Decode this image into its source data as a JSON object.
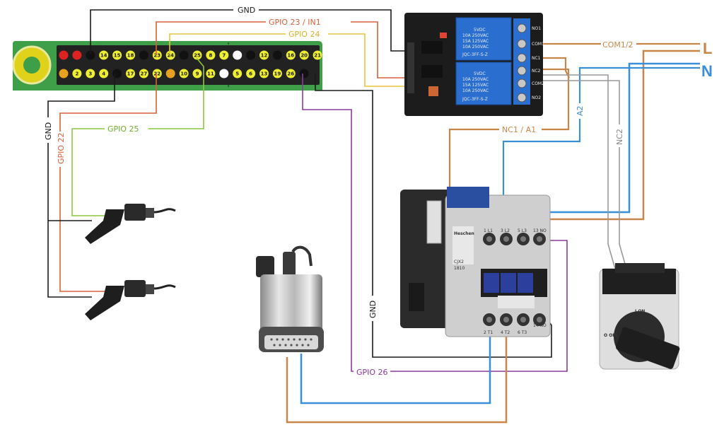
{
  "labels": {
    "gnd_top": "GND",
    "gpio23_in1": "GPIO 23 / IN1",
    "gpio24": "GPIO 24",
    "gpio25": "GPIO 25",
    "gnd_left": "GND",
    "gpio22": "GPIO 22",
    "gnd_bottom": "GND",
    "gpio26": "GPIO 26",
    "com12": "COM1/2",
    "nc1_a1": "NC1 / A1",
    "a2": "A2",
    "nc2": "NC2",
    "L": "L",
    "N": "N"
  },
  "header_pins": {
    "top_row": [
      "",
      "",
      "",
      "14",
      "15",
      "18",
      "",
      "23",
      "24",
      "",
      "25",
      "8",
      "7",
      "",
      "",
      "12",
      "",
      "16",
      "20",
      "21"
    ],
    "bottom_row": [
      "",
      "2",
      "3",
      "4",
      "",
      "17",
      "27",
      "22",
      "",
      "10",
      "9",
      "11",
      "",
      "5",
      "6",
      "13",
      "19",
      "26",
      ""
    ]
  },
  "relay": {
    "model_1": "JQC-3FF-S-Z",
    "model_2": "JQC-3FF-S-Z",
    "specs": [
      "5VDC",
      "10A 250VAC",
      "15A 125VAC",
      "10A 250VAC"
    ],
    "terminals": [
      "NO1",
      "COM1",
      "NC1",
      "NC2",
      "COM2",
      "NO2"
    ]
  },
  "contactor": {
    "brand": "Heschen",
    "model": "CJX2",
    "code": "1810",
    "top_terminals": [
      "1 L1",
      "3 L2",
      "5 L3",
      "13 NO"
    ],
    "bottom_terminals": [
      "2 T1",
      "4 T2",
      "6 T3",
      "14 NO"
    ]
  },
  "switch": {
    "on_label": "I ON",
    "off_label": "O OFF"
  },
  "colors": {
    "gnd_wire": "#1a1a1a",
    "gpio23_wire": "#d9603b",
    "gpio24_wire": "#e8c53a",
    "gpio25_wire": "#8cc63f",
    "gpio22_wire": "#d9603b",
    "gpio26_wire": "#8e3a9e",
    "live_wire": "#c9864a",
    "neutral_wire": "#3a8fd9",
    "nc2_wire": "#9a9a9a",
    "pi_board": "#3f9e48",
    "relay_board": "#1a1a1a",
    "relay_blue": "#2a6fd0"
  }
}
